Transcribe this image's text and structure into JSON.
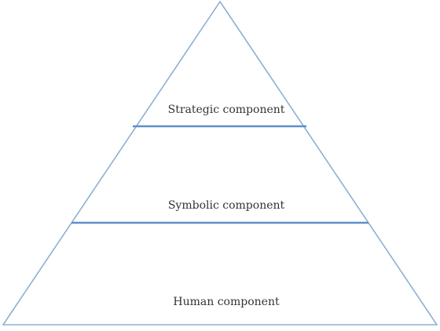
{
  "diagram": {
    "type": "pyramid",
    "line_color": "#8db0d6",
    "divider_color": "#5d8fc7",
    "tiers": [
      {
        "label": "Strategic component"
      },
      {
        "label": "Symbolic component"
      },
      {
        "label": "Human component"
      }
    ]
  }
}
